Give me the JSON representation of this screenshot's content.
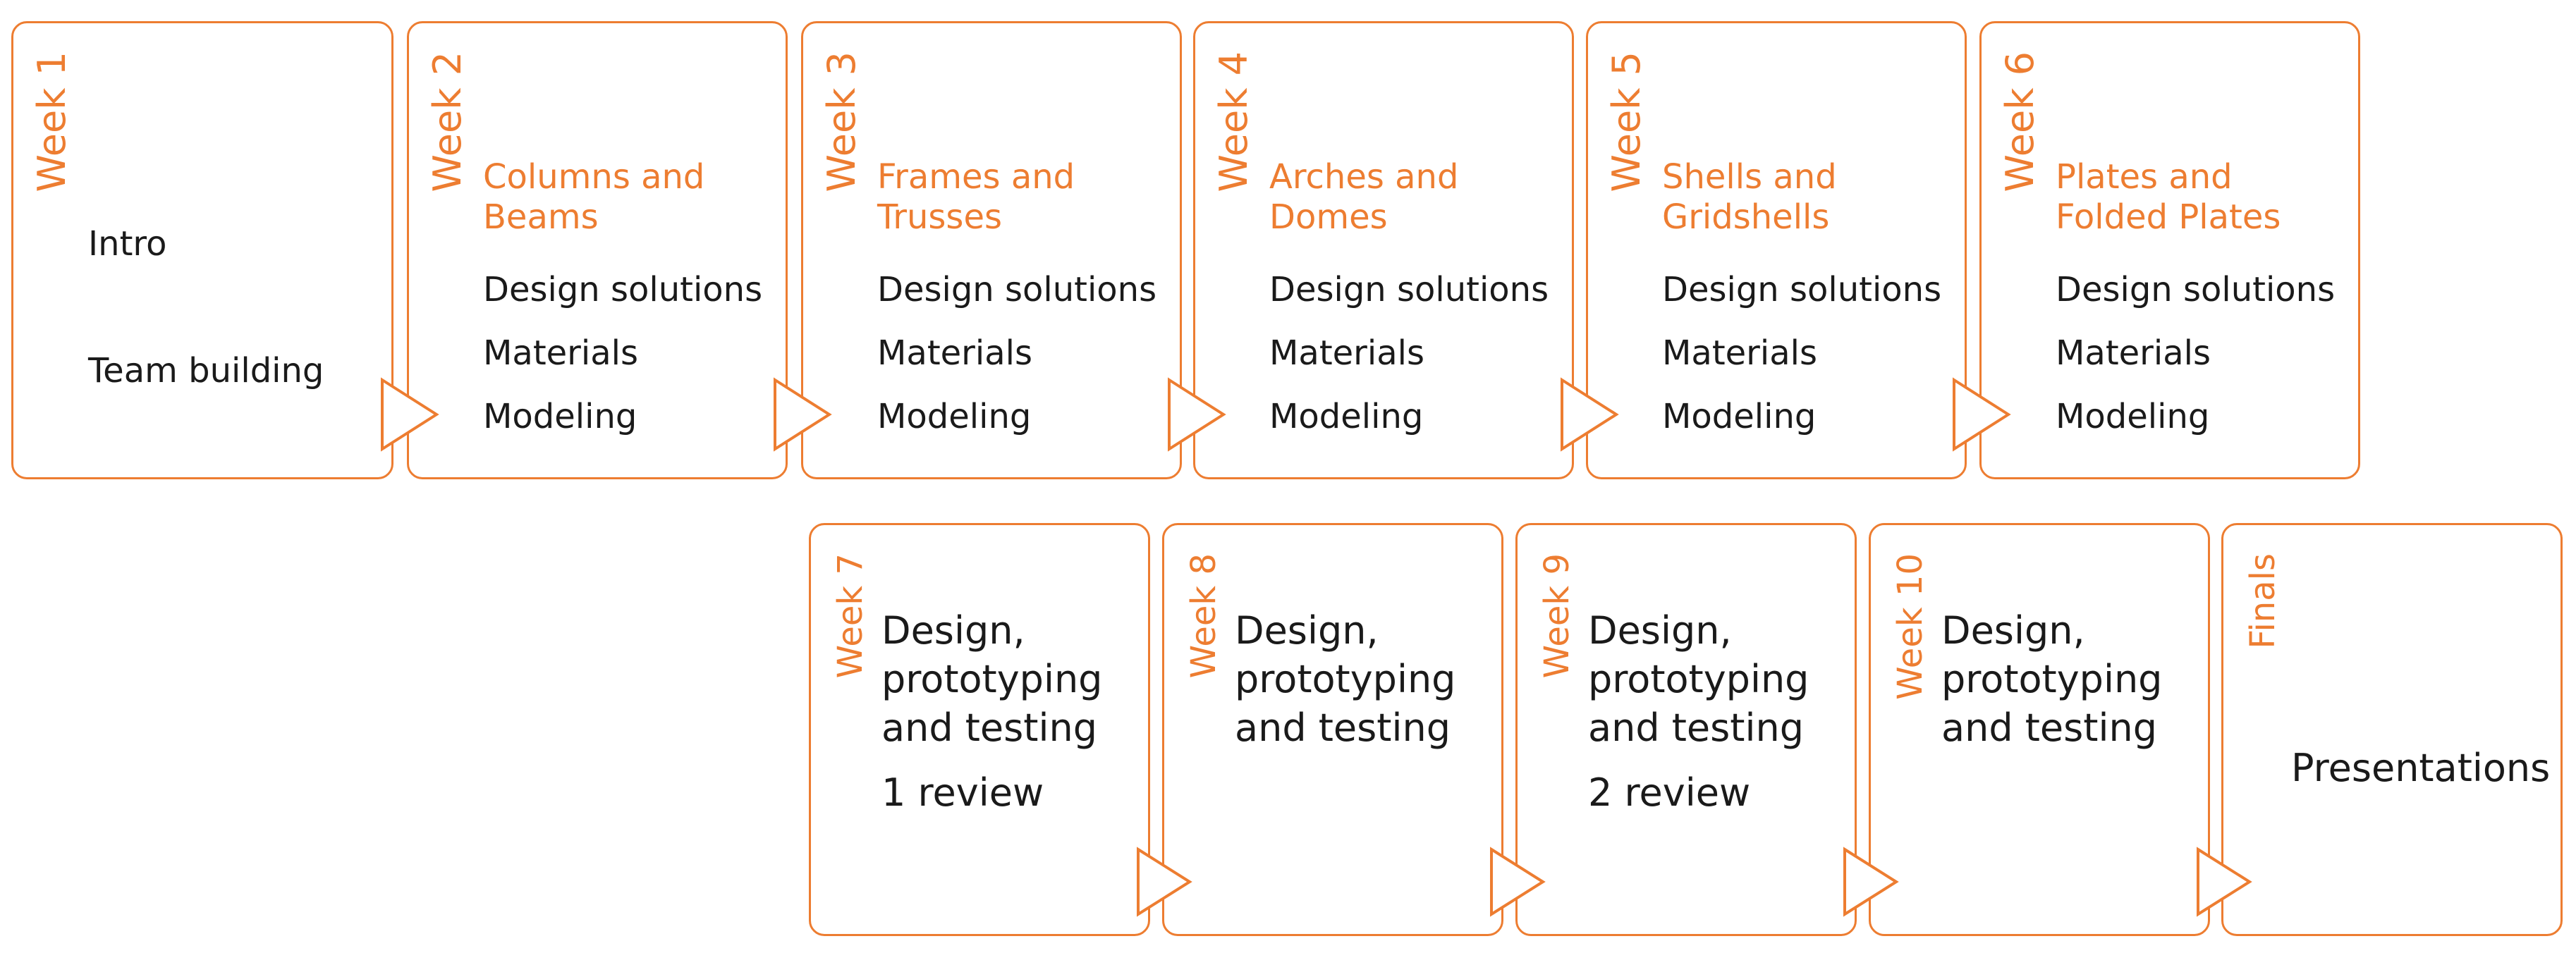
{
  "colors": {
    "accent": "#ED7D31",
    "text": "#1a1a1a",
    "background": "#ffffff"
  },
  "row1": [
    {
      "week": "Week 1",
      "topic": "",
      "items": [
        "Intro",
        "Team  building"
      ]
    },
    {
      "week": "Week 2",
      "topic": "Columns and\nBeams",
      "items": [
        "Design solutions",
        "Materials",
        "Modeling"
      ]
    },
    {
      "week": "Week 3",
      "topic": "Frames and\nTrusses",
      "items": [
        "Design solutions",
        "Materials",
        "Modeling"
      ]
    },
    {
      "week": "Week 4",
      "topic": "Arches and\nDomes",
      "items": [
        "Design solutions",
        "Materials",
        "Modeling"
      ]
    },
    {
      "week": "Week 5",
      "topic": "Shells and\nGridshells",
      "items": [
        "Design solutions",
        "Materials",
        "Modeling"
      ]
    },
    {
      "week": "Week 6",
      "topic": "Plates and\nFolded Plates",
      "items": [
        "Design solutions",
        "Materials",
        "Modeling"
      ]
    }
  ],
  "row2": [
    {
      "week": "Week 7",
      "text": "Design,\nprototyping\nand testing",
      "note": "1 review"
    },
    {
      "week": "Week 8",
      "text": "Design,\nprototyping\nand testing",
      "note": ""
    },
    {
      "week": "Week 9",
      "text": "Design,\nprototyping\nand testing",
      "note": "2 review"
    },
    {
      "week": "Week 10",
      "text": "Design,\nprototyping\nand testing",
      "note": ""
    },
    {
      "week": "Finals",
      "text": "",
      "note": "Presentations"
    }
  ]
}
